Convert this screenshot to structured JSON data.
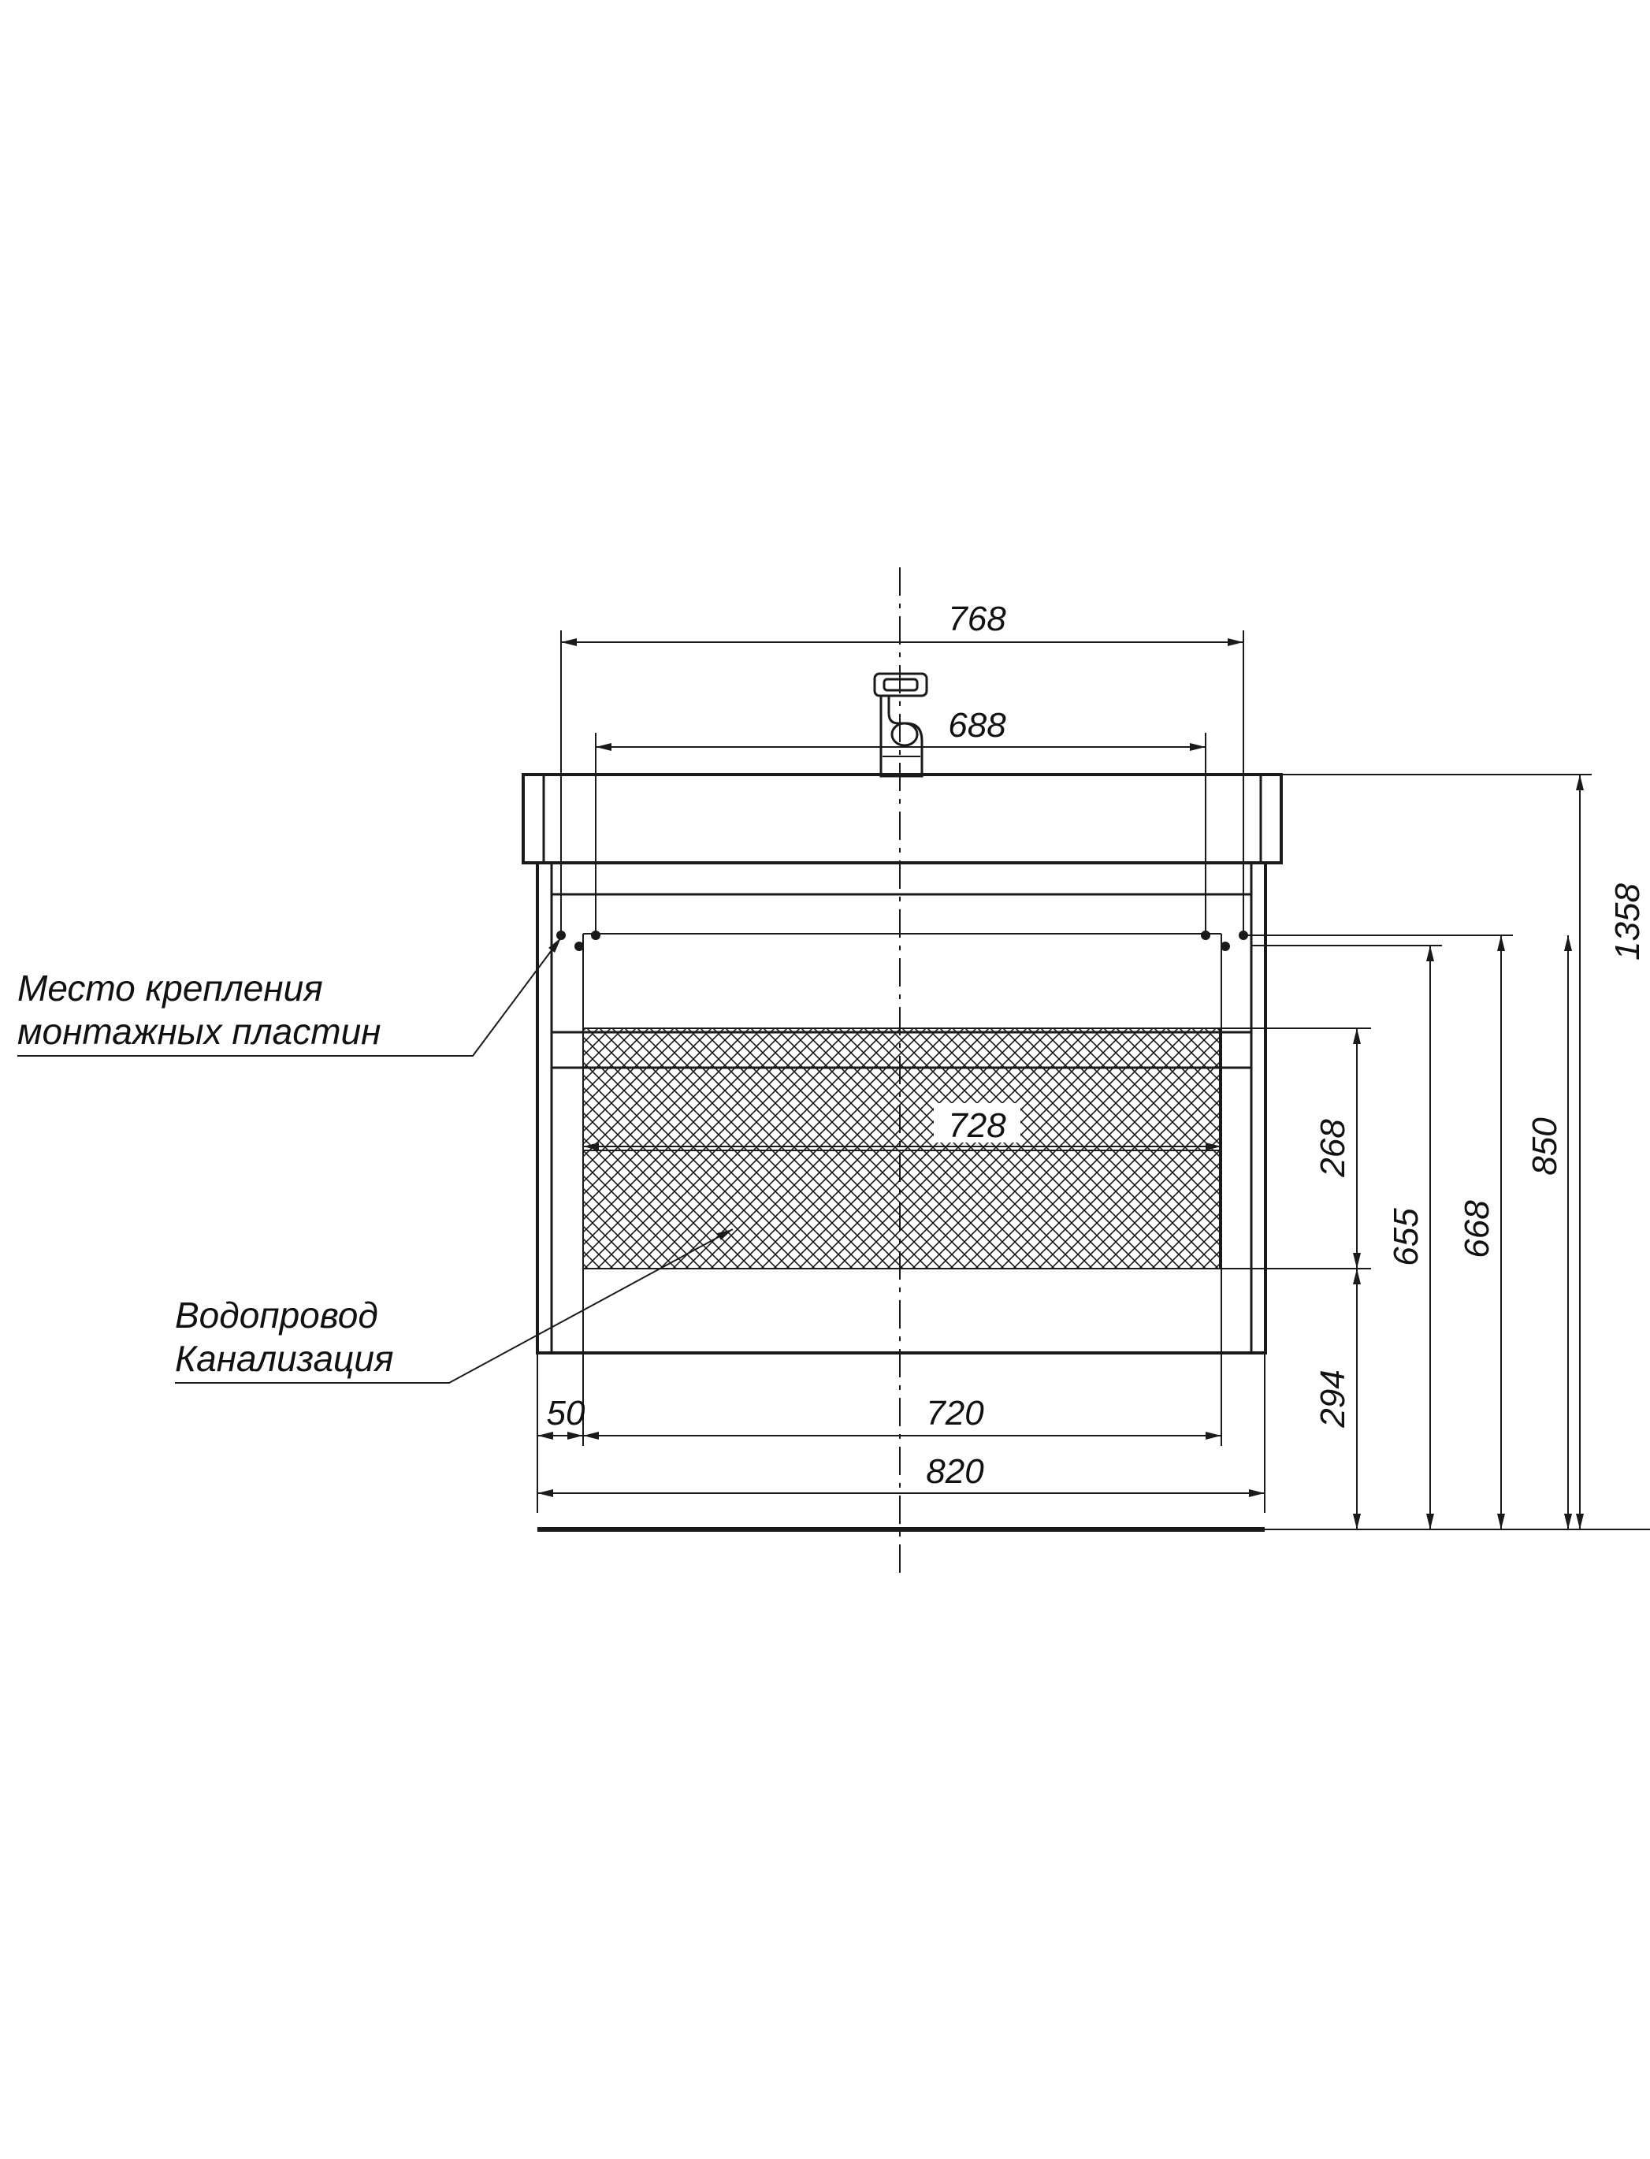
{
  "dimensions": {
    "width_top_outer": "768",
    "width_top_inner": "688",
    "width_mid": "728",
    "offset_left": "50",
    "width_bottom_inner": "720",
    "width_overall": "820",
    "height_upper_zone": "268",
    "height_lower_zone": "294",
    "height_655": "655",
    "height_668": "668",
    "height_cabinet_top": "850",
    "height_overall": "1358"
  },
  "labels": {
    "mounting_line1": "Место крепления",
    "mounting_line2": "монтажных пластин",
    "utilities_line1": "Водопровод",
    "utilities_line2": "Канализация"
  },
  "colors": {
    "line": "#1a1a1a",
    "background": "#ffffff"
  }
}
